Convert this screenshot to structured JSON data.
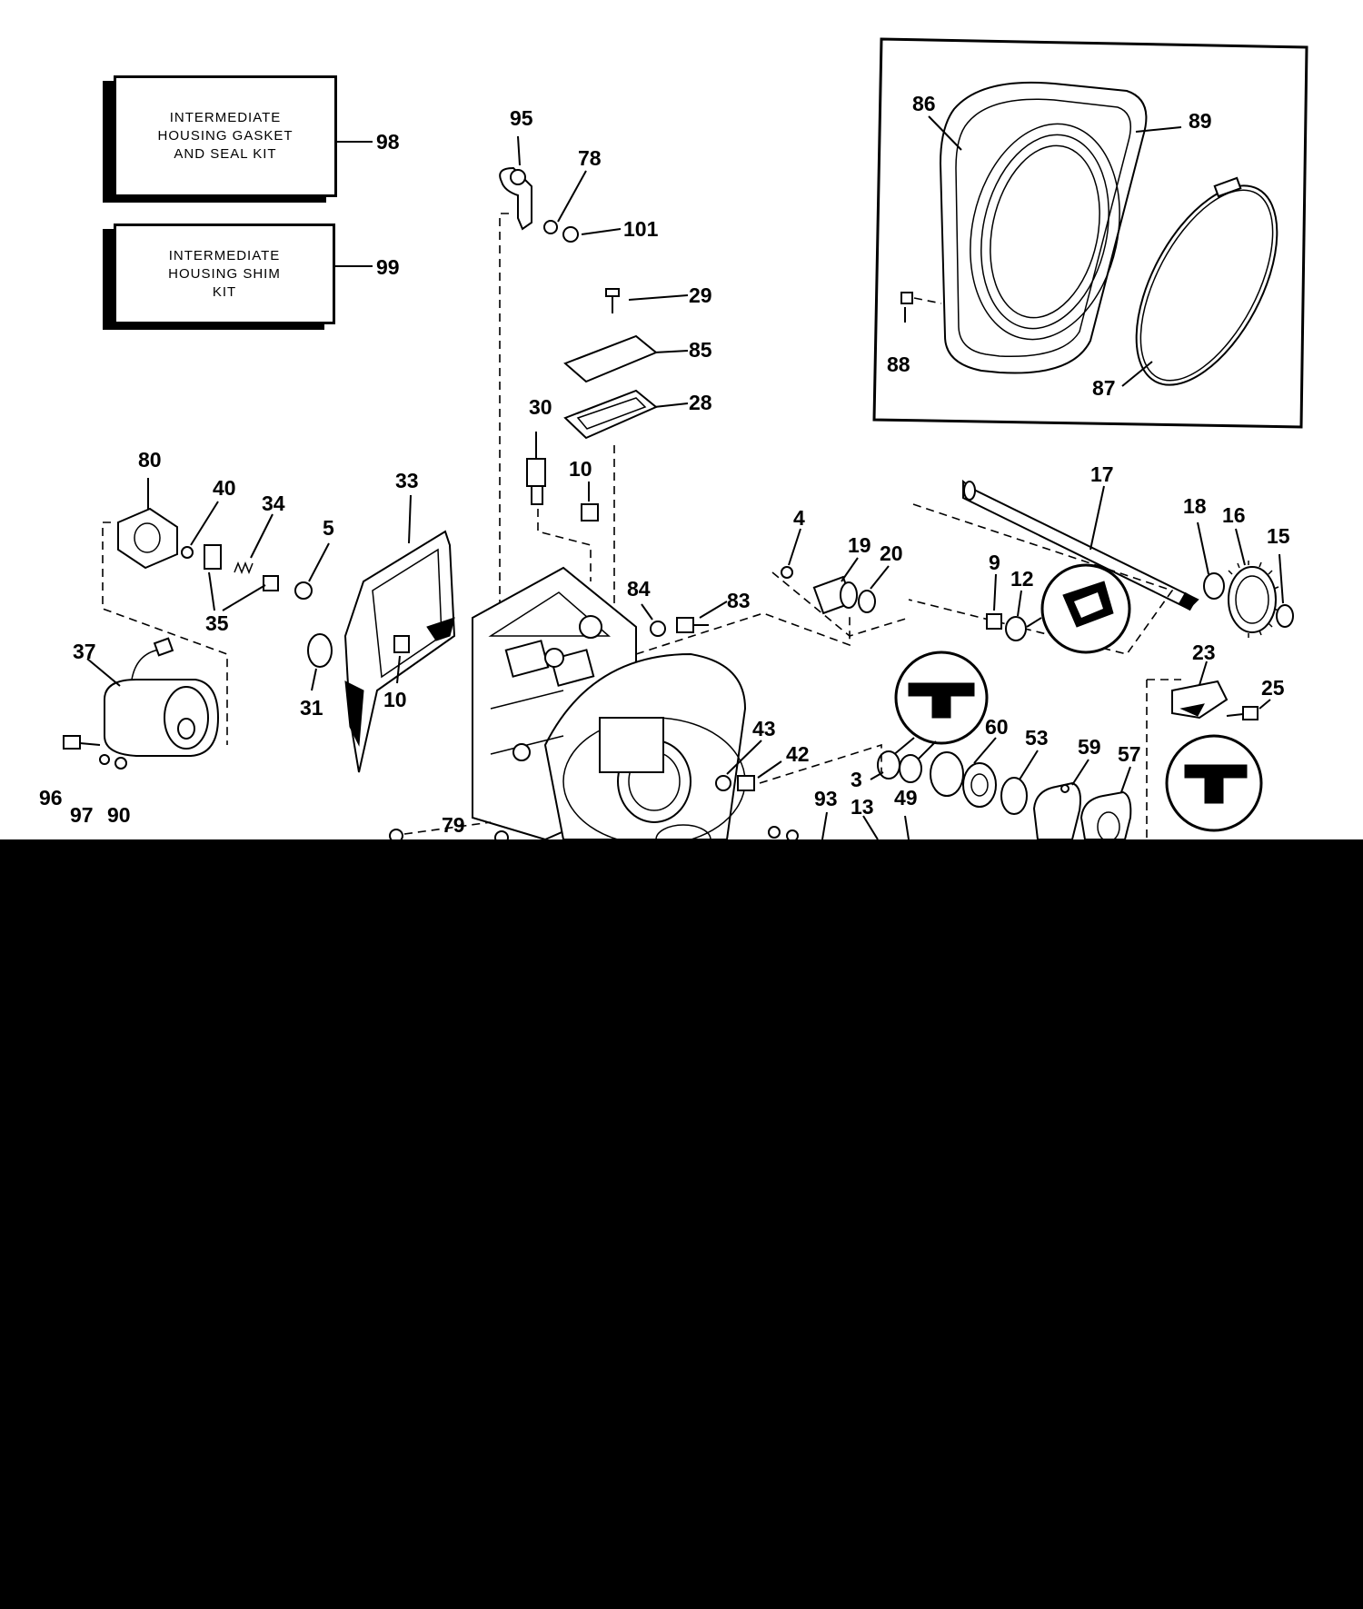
{
  "kits": [
    {
      "id": "kit-98",
      "text": "INTERMEDIATE\nHOUSING GASKET\nAND SEAL KIT",
      "ref": "98"
    },
    {
      "id": "kit-99",
      "text": "INTERMEDIATE\nHOUSING SHIM\nKIT",
      "ref": "99"
    }
  ],
  "callouts": [
    "95",
    "78",
    "101",
    "29",
    "85",
    "28",
    "30",
    "10",
    "80",
    "40",
    "34",
    "5",
    "35",
    "33",
    "31",
    "10",
    "37",
    "96",
    "97",
    "90",
    "79",
    "84",
    "83",
    "4",
    "19",
    "20",
    "9",
    "12",
    "17",
    "18",
    "16",
    "15",
    "43",
    "42",
    "3",
    "60",
    "53",
    "59",
    "57",
    "93",
    "13",
    "49",
    "23",
    "25",
    "86",
    "89",
    "88",
    "87"
  ],
  "colors": {
    "ink": "#000000",
    "paper": "#ffffff",
    "masked": "#000000"
  }
}
